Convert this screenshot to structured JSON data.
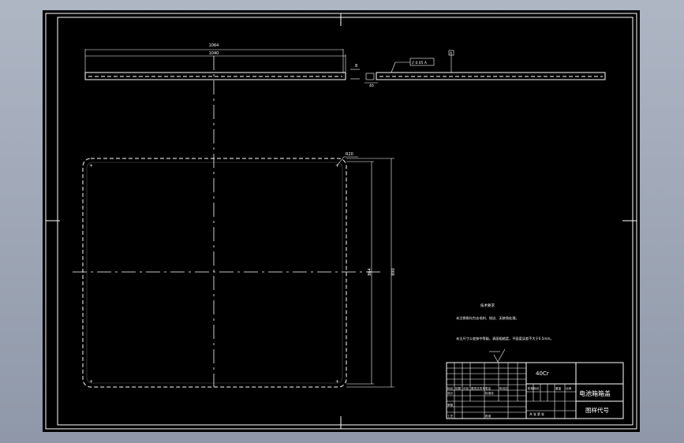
{
  "drawing": {
    "dim_overall_length": "1064",
    "dim_inner_length": "1040",
    "dim_thickness": "8",
    "dim_height_outer": "890",
    "dim_height_inner": "864",
    "dim_end_small": "40",
    "section_label": "A",
    "corner_note": "R20",
    "tolerance_box": "// 0.05 A"
  },
  "notes": {
    "title": "技术要求",
    "line1": "未注倒角均为去毛刺、锐边、无棱角处理。",
    "line2": "未注尺寸公差按中等级，表面粗糙度，平面度误差不大于0.5mm。"
  },
  "title_block": {
    "material": "40Cr",
    "part_name": "电池箱箱盖",
    "drawing_code": "图样代号",
    "cells": {
      "mark": "标记",
      "count": "处数",
      "zone": "分区",
      "change_doc": "更改文件号",
      "signature": "签名",
      "date": "年月日",
      "design": "设计",
      "standardize": "标准化",
      "stage_mark": "阶段标记",
      "weight": "重量",
      "scale": "比例",
      "review": "审核",
      "process": "工艺",
      "approve": "批准",
      "sheets": "共 张 第 张"
    }
  }
}
